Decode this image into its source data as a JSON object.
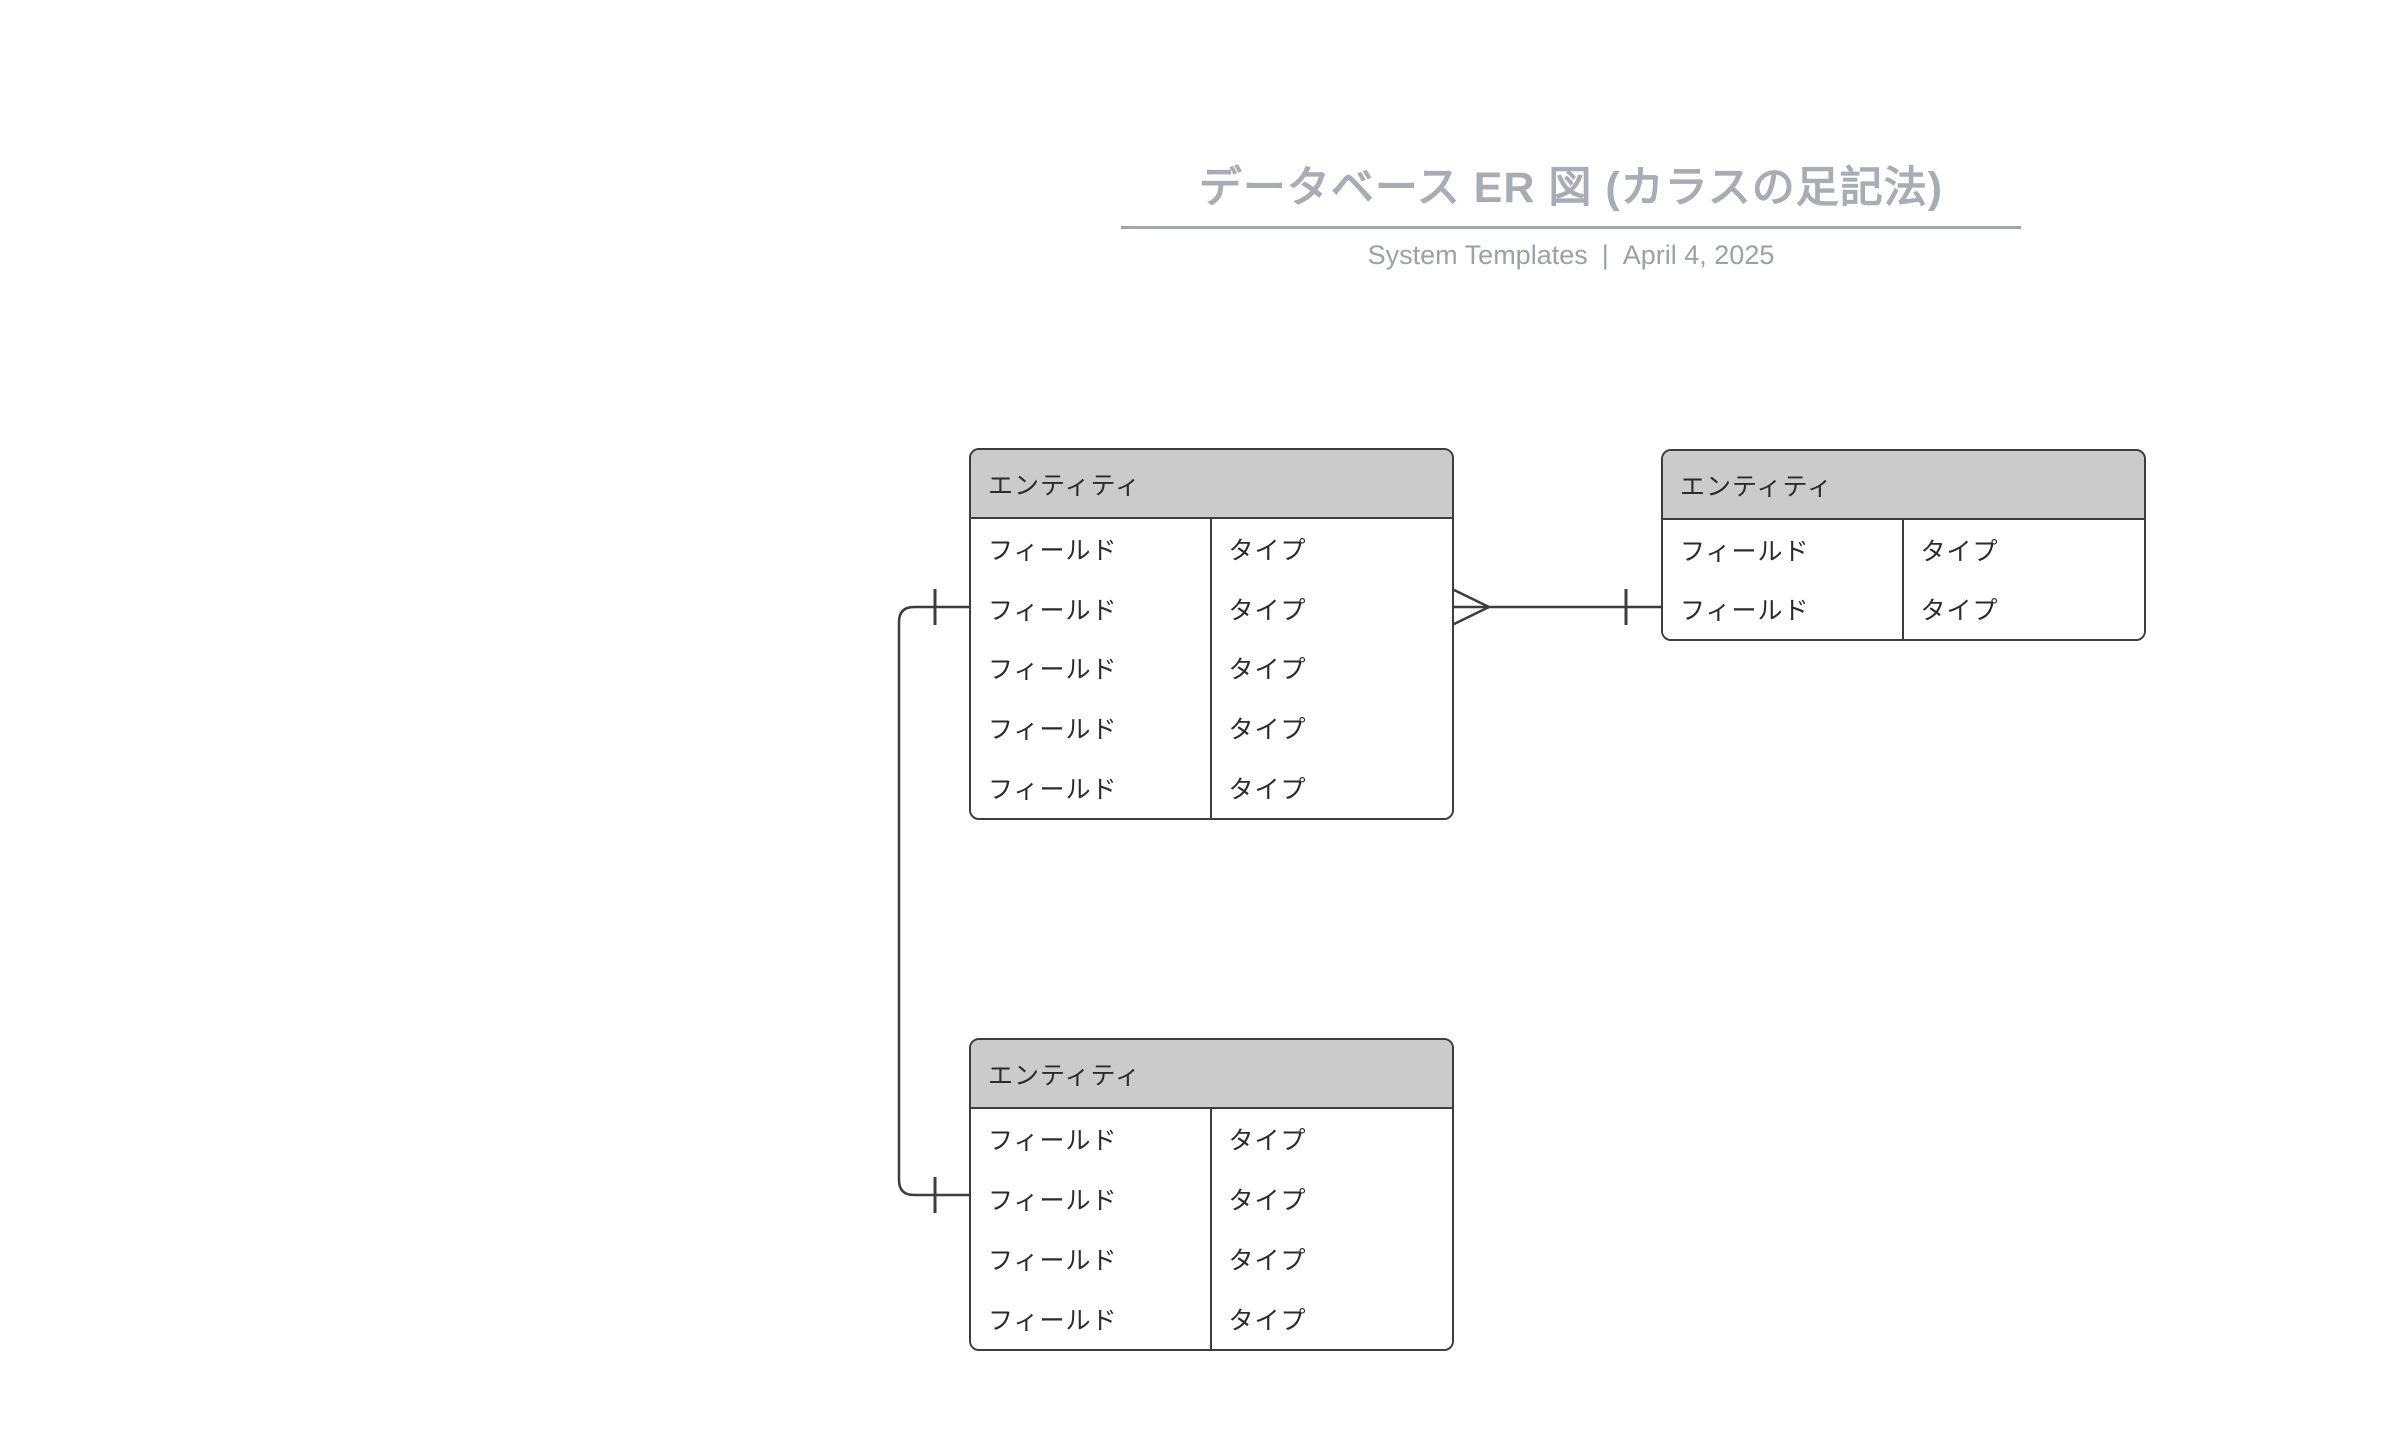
{
  "header": {
    "title": "データベース ER 図 (カラスの足記法)",
    "subtitle": {
      "left": "System Templates",
      "separator": "|",
      "right": "April 4, 2025"
    }
  },
  "diagram": {
    "entities": [
      {
        "id": "entity-top-left",
        "title": "エンティティ",
        "columns": [
          "field",
          "type"
        ],
        "rows": [
          {
            "field": "フィールド",
            "type": "タイプ"
          },
          {
            "field": "フィールド",
            "type": "タイプ"
          },
          {
            "field": "フィールド",
            "type": "タイプ"
          },
          {
            "field": "フィールド",
            "type": "タイプ"
          },
          {
            "field": "フィールド",
            "type": "タイプ"
          }
        ]
      },
      {
        "id": "entity-top-right",
        "title": "エンティティ",
        "columns": [
          "field",
          "type"
        ],
        "rows": [
          {
            "field": "フィールド",
            "type": "タイプ"
          },
          {
            "field": "フィールド",
            "type": "タイプ"
          }
        ]
      },
      {
        "id": "entity-bottom-left",
        "title": "エンティティ",
        "columns": [
          "field",
          "type"
        ],
        "rows": [
          {
            "field": "フィールド",
            "type": "タイプ"
          },
          {
            "field": "フィールド",
            "type": "タイプ"
          },
          {
            "field": "フィールド",
            "type": "タイプ"
          },
          {
            "field": "フィールド",
            "type": "タイプ"
          }
        ]
      }
    ],
    "relationships": [
      {
        "from": "entity-top-left",
        "to": "entity-top-right",
        "from_cardinality": "many",
        "to_cardinality": "one",
        "notation": "crow-foot"
      },
      {
        "from": "entity-top-left",
        "to": "entity-bottom-left",
        "from_cardinality": "one",
        "to_cardinality": "one",
        "notation": "crow-foot"
      }
    ],
    "colors": {
      "entity_header_fill": "#cbcbcb",
      "entity_row_fill": "#ffffff",
      "entity_border": "#3d3d3d",
      "relationship_line": "#3d3d3d",
      "entity_text": "#2b2b2b",
      "title_text": "#a7acb5",
      "subtitle_text": "#9aa1ab",
      "underline": "#a2a7af"
    }
  }
}
